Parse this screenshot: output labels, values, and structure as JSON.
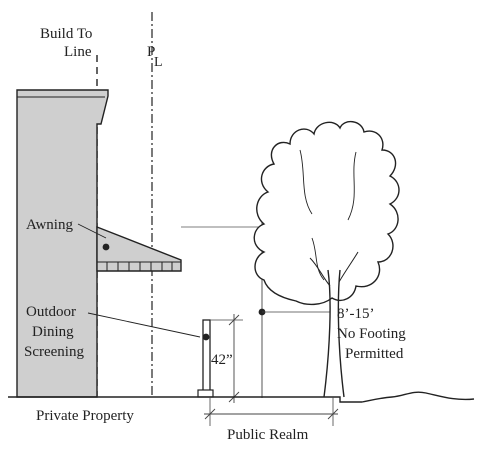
{
  "labels": {
    "build_to_line_1": "Build To",
    "build_to_line_2": "Line",
    "property_line_p": "P",
    "property_line_l": "L",
    "awning": "Awning",
    "outdoor_1": "Outdoor",
    "outdoor_2": "Dining",
    "outdoor_3": "Screening",
    "clearance_1": "8’-15’",
    "clearance_2": "No Footing",
    "clearance_3": "Permitted",
    "screen_height": "42”",
    "private_property": "Private Property",
    "public_realm": "Public Realm"
  },
  "colors": {
    "building_fill": "#cfcfcf",
    "line": "#222222",
    "background": "#ffffff"
  }
}
